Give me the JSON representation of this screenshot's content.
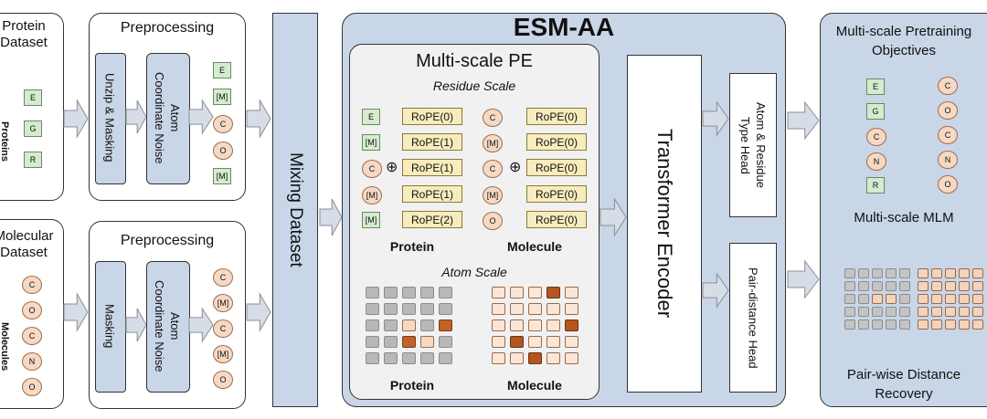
{
  "title": "ESM-AA",
  "datasets": {
    "protein": {
      "label": "Protein\nDataset",
      "vertical": "Proteins",
      "tokens": [
        "E",
        "G",
        "R"
      ]
    },
    "molecular": {
      "label": "Molecular\nDataset",
      "vertical": "Molecules",
      "tokens": [
        "C",
        "O",
        "C",
        "N",
        "O"
      ]
    }
  },
  "preprocessing": {
    "top": {
      "title": "Preprocessing",
      "step1": "Unzip & Masking",
      "step2": "Atom\nCoordinate Noise",
      "tokens": [
        "E",
        "[M]",
        "C",
        "O",
        "[M]"
      ]
    },
    "bottom": {
      "title": "Preprocessing",
      "step1": "Masking",
      "step2": "Atom\nCoordinate Noise",
      "tokens": [
        "C",
        "[M]",
        "C",
        "[M]",
        "O"
      ]
    }
  },
  "mixing": "Mixing Dataset",
  "pe": {
    "title": "Multi-scale PE",
    "residue_scale": "Residue Scale",
    "atom_scale": "Atom Scale",
    "protein_label": "Protein",
    "molecule_label": "Molecule",
    "protein_tokens": [
      "E",
      "[M]",
      "C",
      "[M]",
      "[M]"
    ],
    "protein_ropes": [
      "RoPE(0)",
      "RoPE(1)",
      "RoPE(1)",
      "RoPE(1)",
      "RoPE(2)"
    ],
    "molecule_tokens": [
      "C",
      "[M]",
      "C",
      "[M]",
      "O"
    ],
    "molecule_ropes": [
      "RoPE(0)",
      "RoPE(0)",
      "RoPE(0)",
      "RoPE(0)",
      "RoPE(0)"
    ],
    "protein_matrix_label": "Protein",
    "molecule_matrix_label": "Molecule"
  },
  "encoder": "Transformer Encoder",
  "heads": {
    "type_head": "Atom & Residue\nType Head",
    "distance_head": "Pair-distance Head"
  },
  "objectives": {
    "title": "Multi-scale Pretraining\nObjectives",
    "mlm_label": "Multi-scale MLM",
    "distance_label": "Pair-wise Distance\nRecovery",
    "green_tokens": [
      "E",
      "G",
      "C",
      "N",
      "R"
    ],
    "orange_tokens": [
      "C",
      "O",
      "C",
      "N",
      "O"
    ]
  },
  "colors": {
    "panel_blue": "#c9d6e8",
    "residue_green": "#d5ebcf",
    "atom_orange": "#f6d9c4",
    "rope_yellow": "#f7ecbd",
    "grid_grey": "#b8b8b8",
    "grid_dark_orange": "#c0622a"
  },
  "grids": {
    "protein": [
      [
        0,
        0,
        0,
        0,
        0
      ],
      [
        0,
        0,
        0,
        0,
        0
      ],
      [
        0,
        0,
        1,
        0,
        2
      ],
      [
        0,
        0,
        2,
        1,
        0
      ],
      [
        0,
        0,
        0,
        0,
        0
      ]
    ],
    "molecule": [
      [
        1,
        1,
        1,
        2,
        1
      ],
      [
        1,
        1,
        1,
        1,
        1
      ],
      [
        1,
        1,
        1,
        1,
        2
      ],
      [
        1,
        2,
        1,
        1,
        1
      ],
      [
        1,
        1,
        2,
        1,
        1
      ]
    ]
  }
}
